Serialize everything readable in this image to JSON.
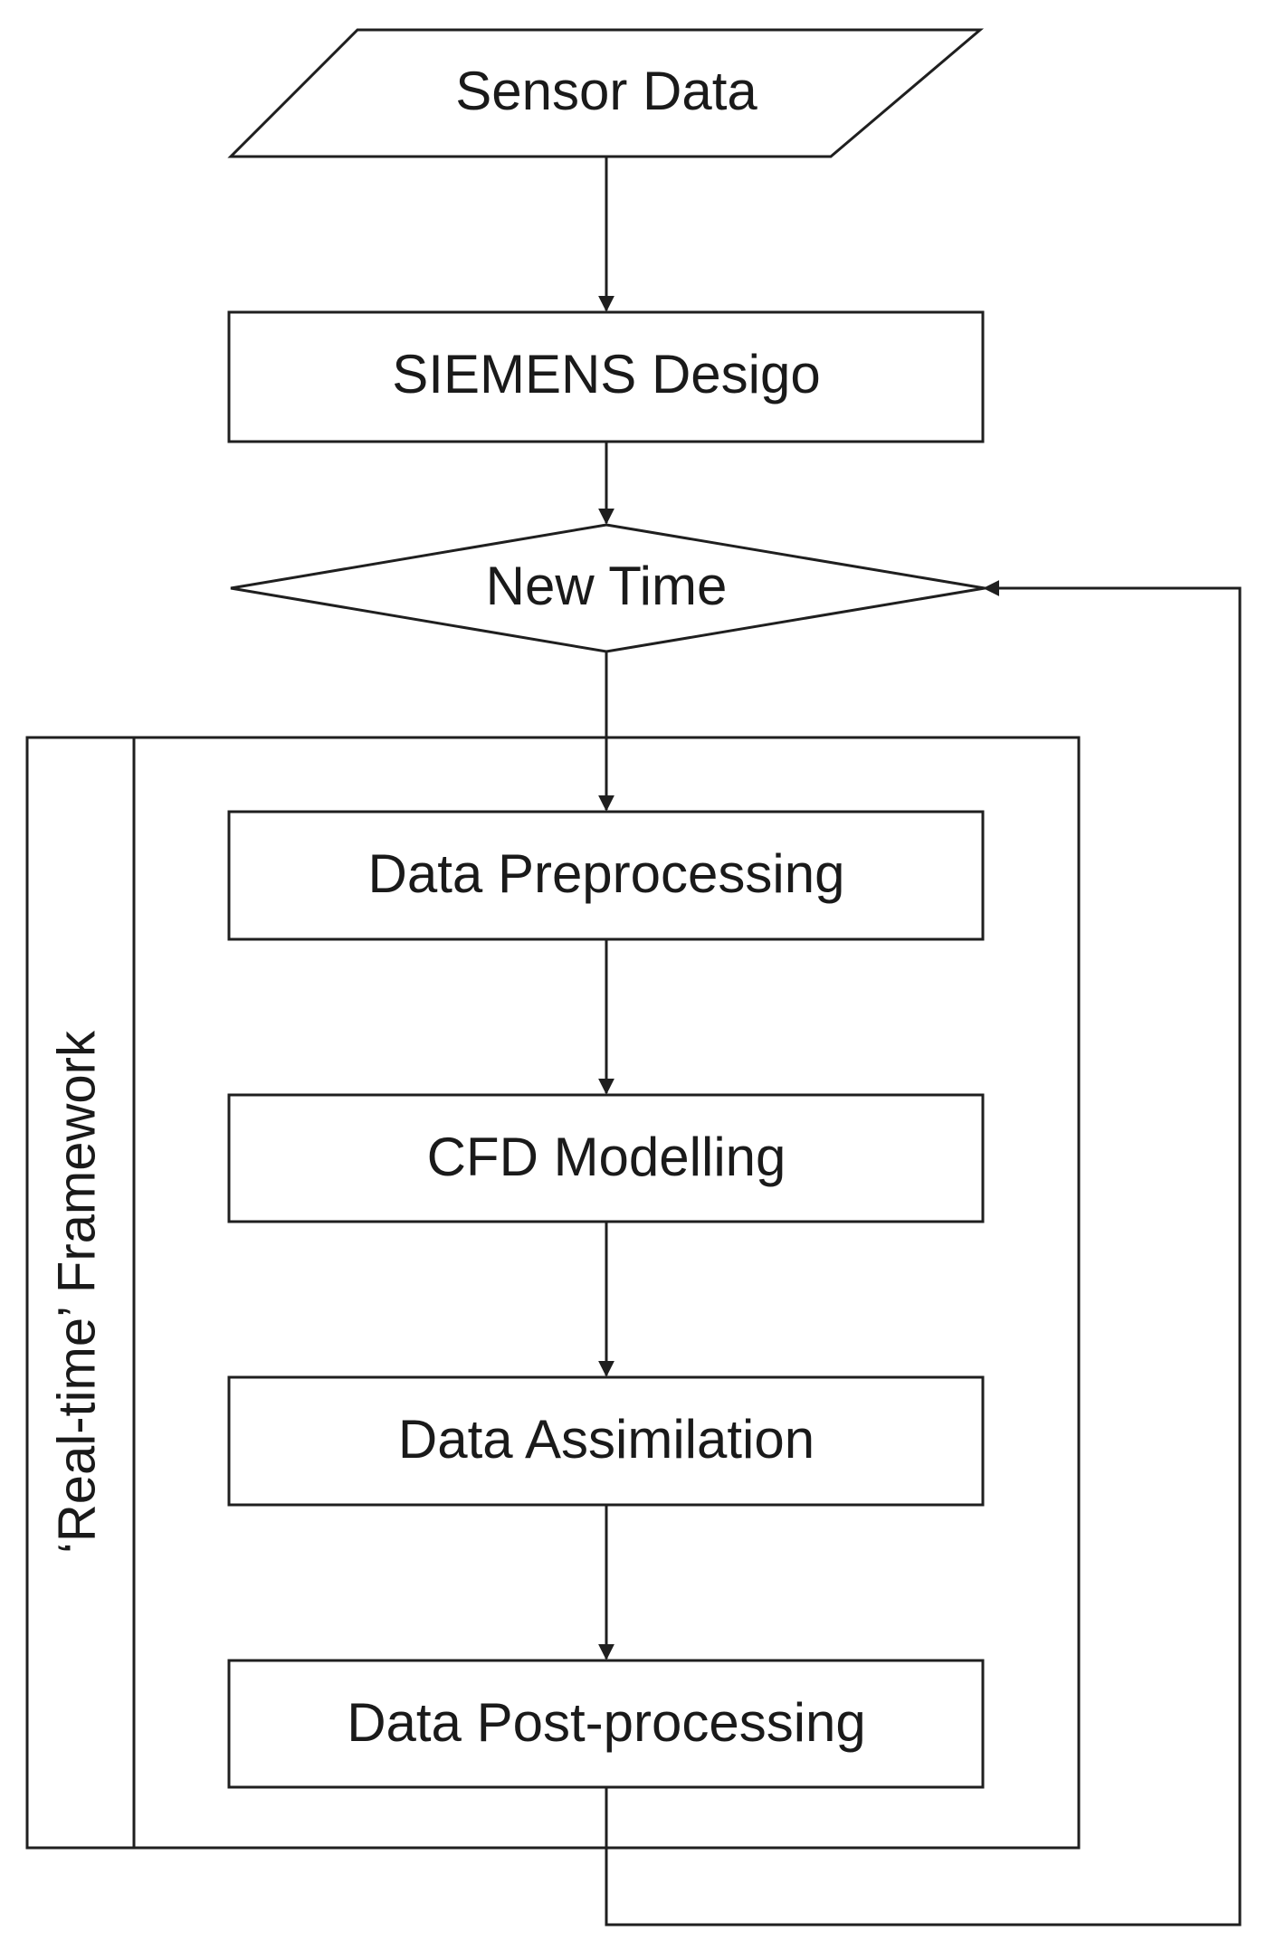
{
  "diagram": {
    "nodes": {
      "sensor_data": "Sensor Data",
      "siemens_desigo": "SIEMENS Desigo",
      "new_time": "New Time",
      "data_preprocessing": "Data Preprocessing",
      "cfd_modelling": "CFD Modelling",
      "data_assimilation": "Data Assimilation",
      "data_postprocessing": "Data Post-processing"
    },
    "framework_label": "‘Real-time’ Framework",
    "colors": {
      "stroke": "#1f1f1f",
      "text": "#1a1a1a",
      "background": "#ffffff"
    }
  }
}
